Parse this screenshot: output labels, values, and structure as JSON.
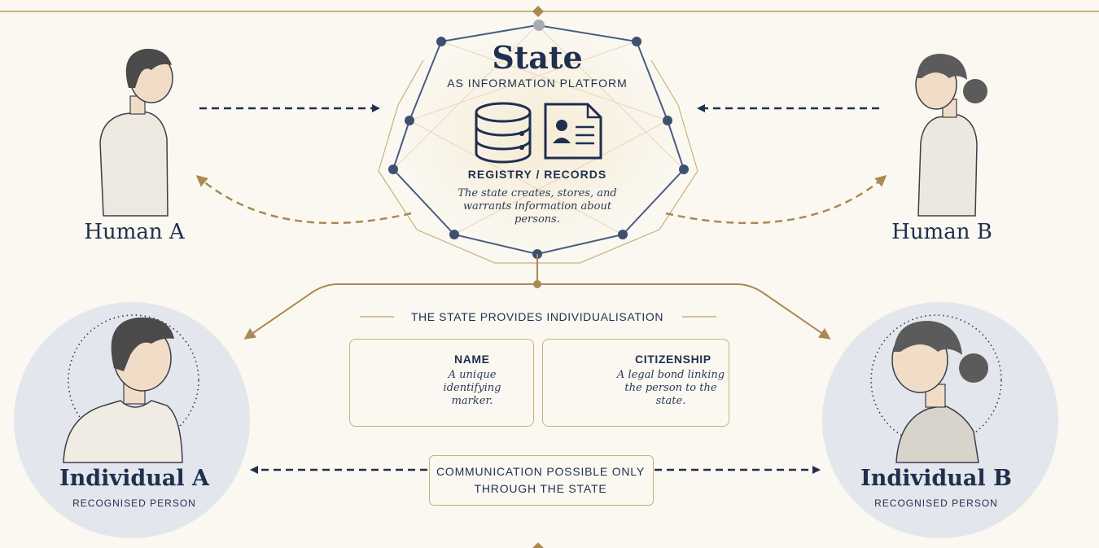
{
  "state": {
    "title": "State",
    "subtitle": "AS INFORMATION PLATFORM",
    "registry_label": "REGISTRY / RECORDS",
    "registry_desc": "The state creates, stores, and warrants information about persons."
  },
  "humans": {
    "a_label": "Human A",
    "b_label": "Human B"
  },
  "individualisation": {
    "title": "THE STATE PROVIDES INDIVIDUALISATION",
    "name_title": "NAME",
    "name_desc": "A unique identifying marker.",
    "citizenship_title": "CITIZENSHIP",
    "citizenship_desc": "A legal bond linking the person to the state."
  },
  "communication": {
    "text": "COMMUNICATION POSSIBLE ONLY THROUGH THE STATE"
  },
  "individuals": {
    "a_name": "Individual A",
    "a_sub": "RECOGNISED PERSON",
    "b_name": "Individual B",
    "b_sub": "RECOGNISED PERSON"
  },
  "colors": {
    "navy": "#1f2f4f",
    "gold": "#a88a52",
    "circle_bg": "#e3e6ec",
    "background": "#fbf8f1"
  }
}
